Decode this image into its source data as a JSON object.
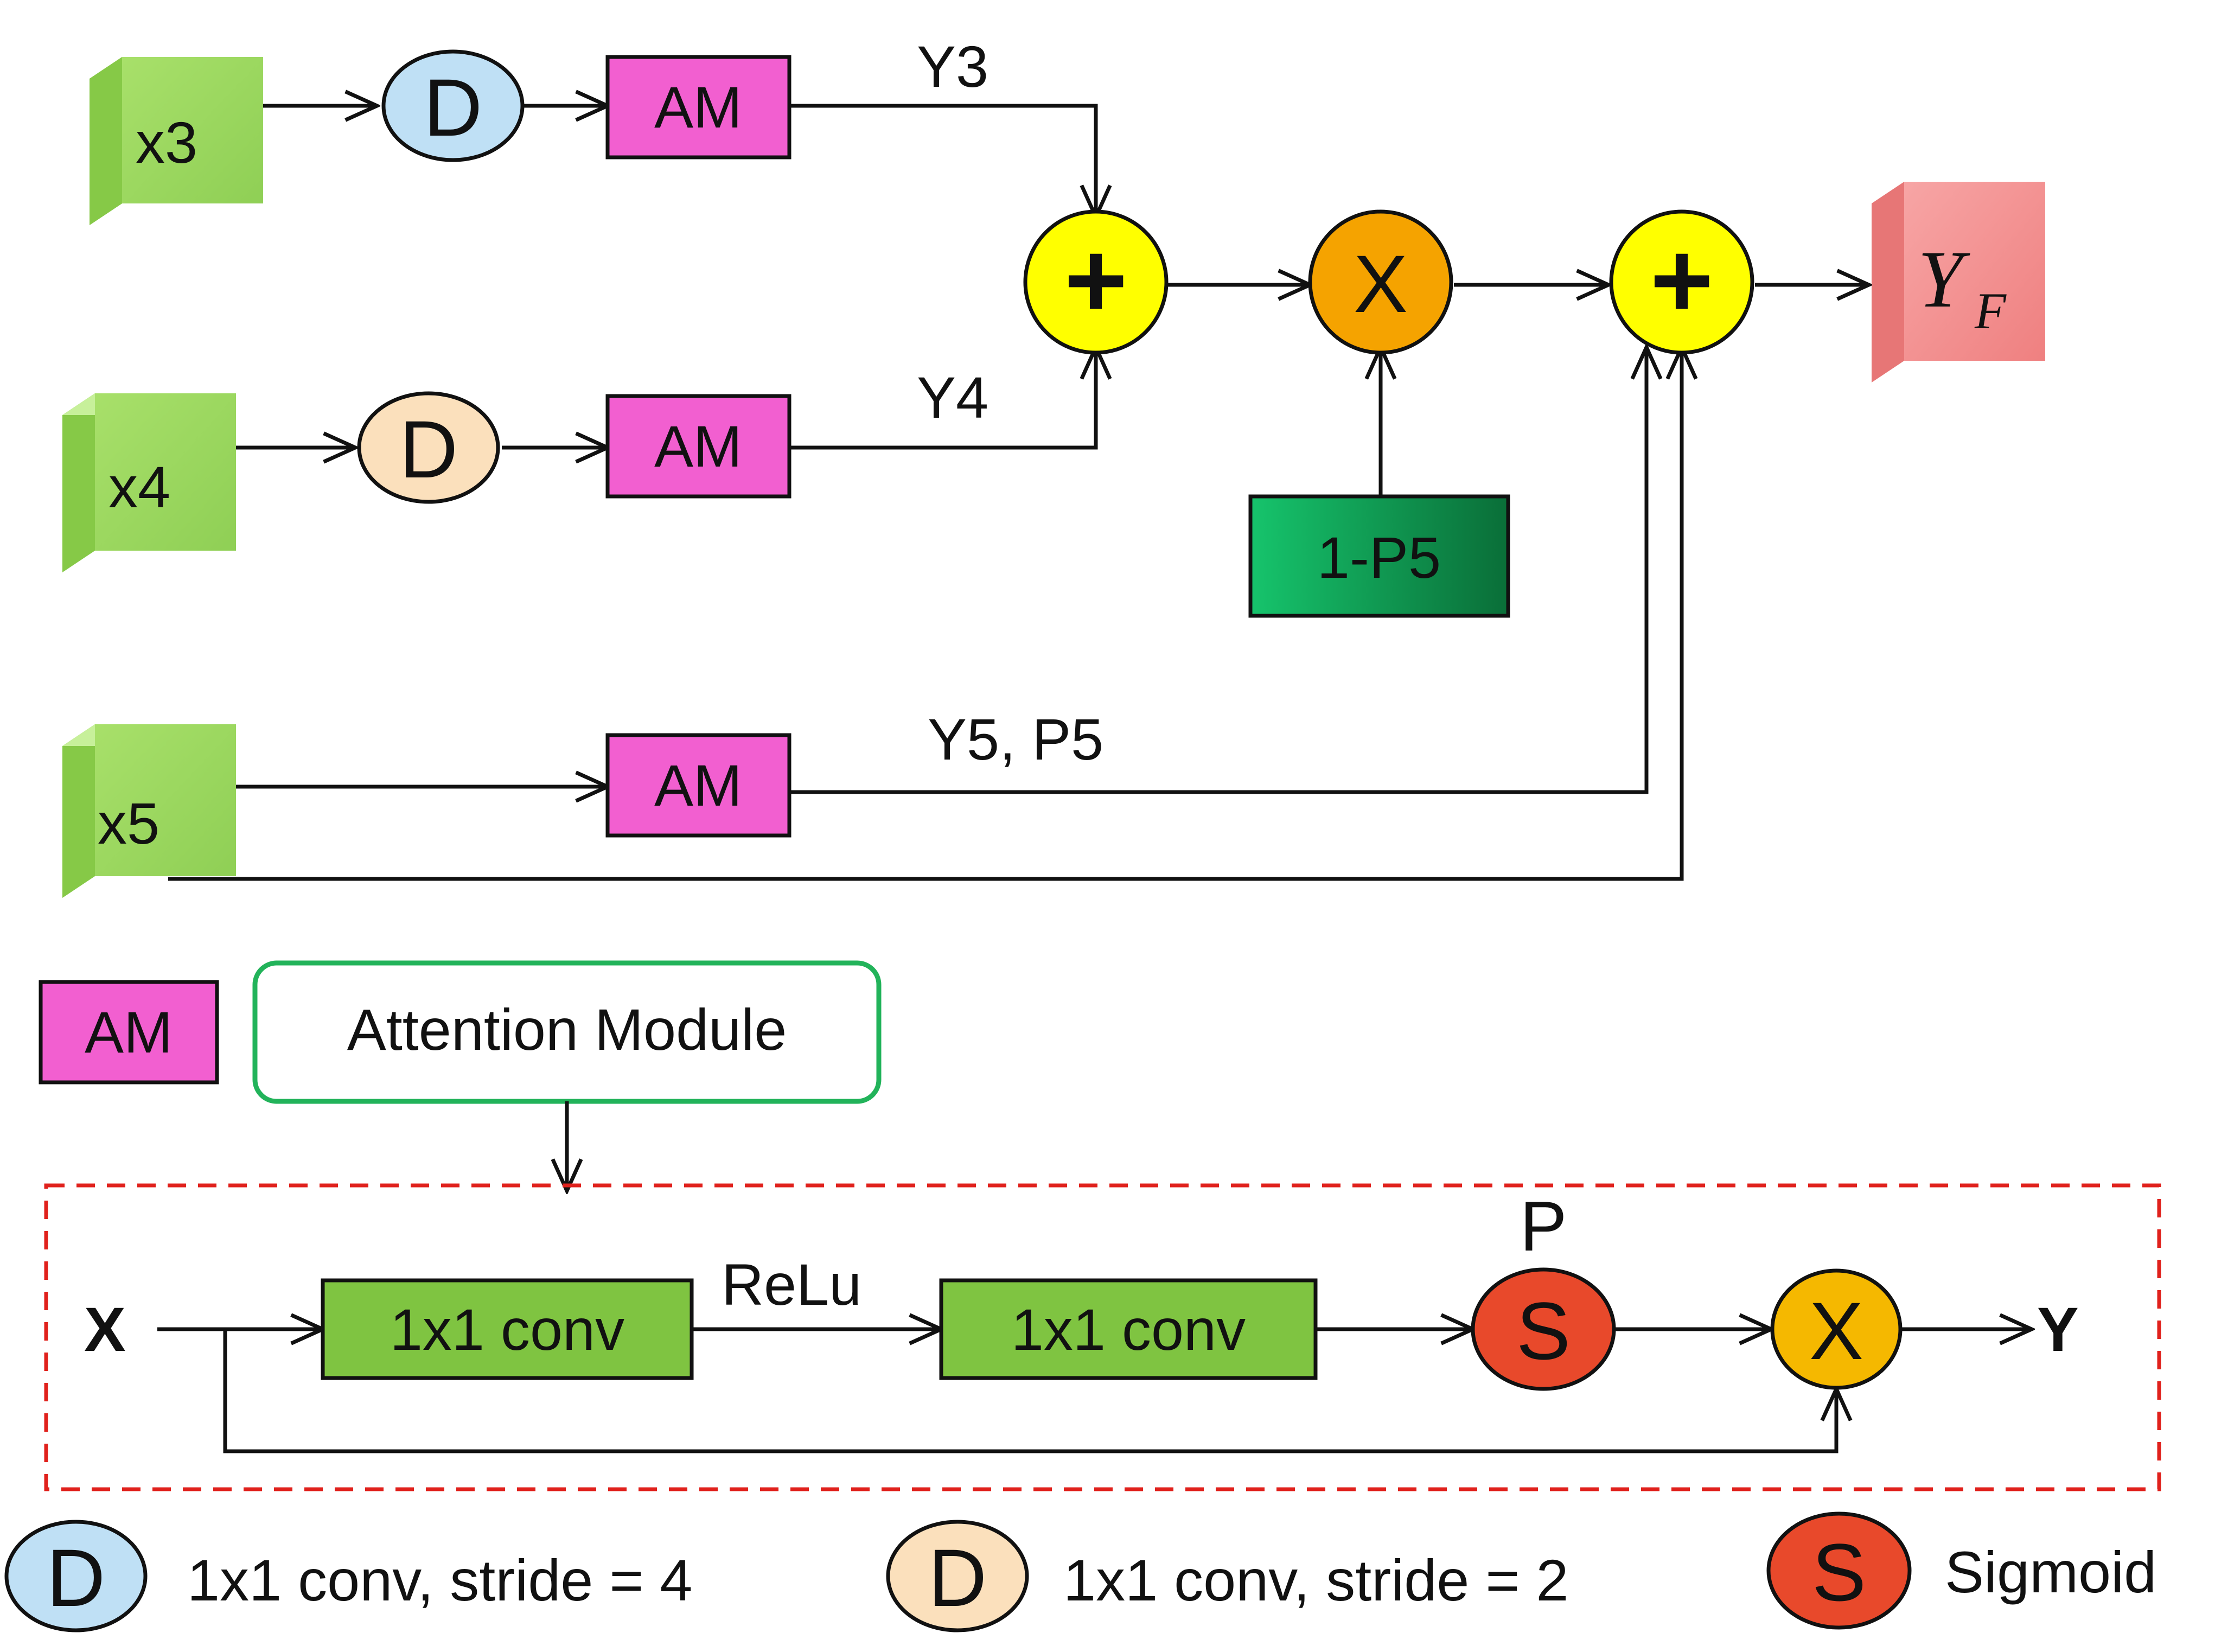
{
  "blocks": {
    "x3": "x3",
    "x4": "x4",
    "x5": "x5",
    "d_top": "D",
    "d_mid": "D",
    "am": [
      "AM",
      "AM",
      "AM"
    ],
    "one_minus_p5": "1-P5",
    "yf_main": "Y",
    "yf_sub": "F",
    "plus": "+",
    "times": "X"
  },
  "edge_labels": {
    "y3": "Y3",
    "y4": "Y4",
    "y5p5": "Y5, P5"
  },
  "legend_am": {
    "am_label": "AM",
    "text": "Attention Module"
  },
  "attention_module": {
    "input": "X",
    "conv1": "1x1 conv",
    "relu": "ReLu",
    "conv2": "1x1 conv",
    "p_label": "P",
    "sigmoid": "S",
    "times": "X",
    "output": "Y"
  },
  "legend": [
    {
      "glyph": "D",
      "text": "1x1 conv, stride = 4",
      "color": "#bfe0f5"
    },
    {
      "glyph": "D",
      "text": "1x1 conv, stride = 2",
      "color": "#fbe0bc"
    },
    {
      "glyph": "S",
      "text": "Sigmoid",
      "color": "#e8492b"
    }
  ],
  "colors": {
    "feature_green": "#9ed95f",
    "am_magenta": "#f25fd0",
    "plus_yellow": "#ffff00",
    "times_orange": "#f5a300",
    "p5_green": "#12b865",
    "yf_pink": "#f08c8c",
    "conv_green": "#7fc441",
    "sigmoid_red": "#e8492b",
    "dashed_red": "#e0211c",
    "module_border": "#22b35a"
  }
}
